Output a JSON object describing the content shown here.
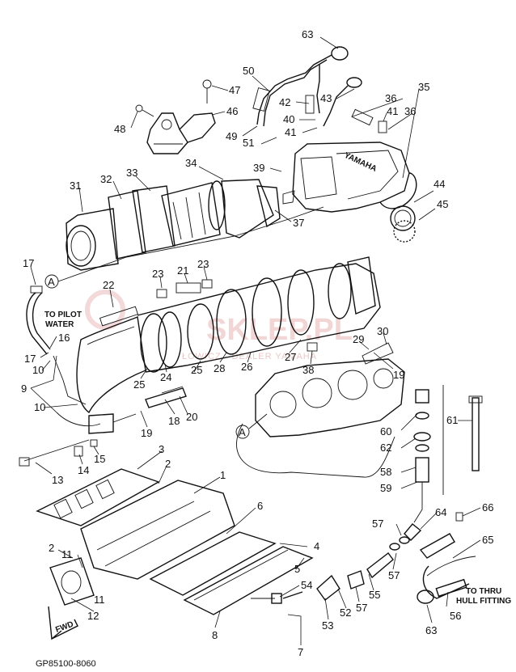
{
  "diagram": {
    "drawing_code": "GP85100-8060",
    "notes": {
      "to_pilot_water": [
        "TO PILOT",
        "WATER"
      ],
      "to_thru_hull": [
        "TO THRU",
        "HULL FITTING"
      ],
      "fwd": "FWD",
      "brand": "YAMAHA",
      "ref_a": "A"
    },
    "watermark": {
      "main": "SKLEP.PL",
      "sub": "ŁOWICZ · DEALER YAMAHA"
    },
    "callouts": [
      {
        "id": "c63a",
        "label": "63"
      },
      {
        "id": "c50",
        "label": "50"
      },
      {
        "id": "c47",
        "label": "47"
      },
      {
        "id": "c46",
        "label": "46"
      },
      {
        "id": "c48",
        "label": "48"
      },
      {
        "id": "c49",
        "label": "49"
      },
      {
        "id": "c51",
        "label": "51"
      },
      {
        "id": "c42",
        "label": "42"
      },
      {
        "id": "c43",
        "label": "43"
      },
      {
        "id": "c36a",
        "label": "36"
      },
      {
        "id": "c35",
        "label": "35"
      },
      {
        "id": "c41",
        "label": "41"
      },
      {
        "id": "c36b",
        "label": "36"
      },
      {
        "id": "c40",
        "label": "40"
      },
      {
        "id": "c41b",
        "label": "41"
      },
      {
        "id": "c39",
        "label": "39"
      },
      {
        "id": "c34",
        "label": "34"
      },
      {
        "id": "c33",
        "label": "33"
      },
      {
        "id": "c32",
        "label": "32"
      },
      {
        "id": "c31",
        "label": "31"
      },
      {
        "id": "c44",
        "label": "44"
      },
      {
        "id": "c45",
        "label": "45"
      },
      {
        "id": "c37",
        "label": "37"
      },
      {
        "id": "c17a",
        "label": "17"
      },
      {
        "id": "c22",
        "label": "22"
      },
      {
        "id": "c23a",
        "label": "23"
      },
      {
        "id": "c21",
        "label": "21"
      },
      {
        "id": "c23b",
        "label": "23"
      },
      {
        "id": "c16",
        "label": "16"
      },
      {
        "id": "c17b",
        "label": "17"
      },
      {
        "id": "c10a",
        "label": "10"
      },
      {
        "id": "c9",
        "label": "9"
      },
      {
        "id": "c10b",
        "label": "10"
      },
      {
        "id": "c25a",
        "label": "25"
      },
      {
        "id": "c24",
        "label": "24"
      },
      {
        "id": "c25b",
        "label": "25"
      },
      {
        "id": "c28",
        "label": "28"
      },
      {
        "id": "c26",
        "label": "26"
      },
      {
        "id": "c27",
        "label": "27"
      },
      {
        "id": "c38",
        "label": "38"
      },
      {
        "id": "c29",
        "label": "29"
      },
      {
        "id": "c30",
        "label": "30"
      },
      {
        "id": "c19a",
        "label": "19"
      },
      {
        "id": "c20",
        "label": "20"
      },
      {
        "id": "c18",
        "label": "18"
      },
      {
        "id": "c19b",
        "label": "19"
      },
      {
        "id": "c13",
        "label": "13"
      },
      {
        "id": "c14",
        "label": "14"
      },
      {
        "id": "c15",
        "label": "15"
      },
      {
        "id": "c60",
        "label": "60"
      },
      {
        "id": "c61",
        "label": "61"
      },
      {
        "id": "c62",
        "label": "62"
      },
      {
        "id": "c58",
        "label": "58"
      },
      {
        "id": "c59",
        "label": "59"
      },
      {
        "id": "c3",
        "label": "3"
      },
      {
        "id": "c2a",
        "label": "2"
      },
      {
        "id": "c1",
        "label": "1"
      },
      {
        "id": "c6",
        "label": "6"
      },
      {
        "id": "c2b",
        "label": "2"
      },
      {
        "id": "c11a",
        "label": "11"
      },
      {
        "id": "c11b",
        "label": "11"
      },
      {
        "id": "c4",
        "label": "4"
      },
      {
        "id": "c5",
        "label": "5"
      },
      {
        "id": "c12",
        "label": "12"
      },
      {
        "id": "c8",
        "label": "8"
      },
      {
        "id": "c7",
        "label": "7"
      },
      {
        "id": "c54",
        "label": "54"
      },
      {
        "id": "c53",
        "label": "53"
      },
      {
        "id": "c52",
        "label": "52"
      },
      {
        "id": "c55",
        "label": "55"
      },
      {
        "id": "c57a",
        "label": "57"
      },
      {
        "id": "c57b",
        "label": "57"
      },
      {
        "id": "c57c",
        "label": "57"
      },
      {
        "id": "c64",
        "label": "64"
      },
      {
        "id": "c66",
        "label": "66"
      },
      {
        "id": "c65",
        "label": "65"
      },
      {
        "id": "c56",
        "label": "56"
      },
      {
        "id": "c63b",
        "label": "63"
      }
    ]
  }
}
